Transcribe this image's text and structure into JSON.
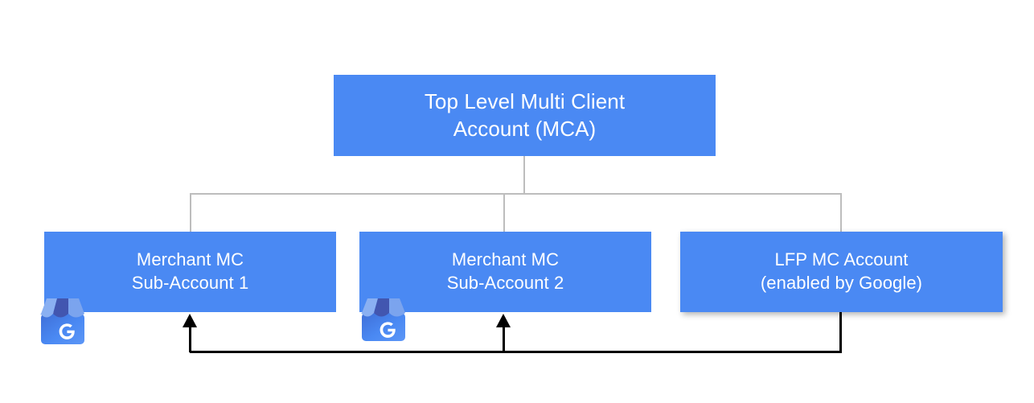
{
  "diagram": {
    "title_present": false,
    "background_color": "#ffffff",
    "node_color": "#4a89f3",
    "node_text_color": "#ffffff",
    "connector_color": "#bdbdbd",
    "flow_color": "#000000",
    "nodes": {
      "top": {
        "label": "Top Level Multi Client\nAccount (MCA)",
        "line1": "Top Level Multi Client",
        "line2": "Account (MCA)"
      },
      "sub1": {
        "label": "Merchant MC\nSub-Account 1",
        "line1": "Merchant MC",
        "line2": "Sub-Account 1"
      },
      "sub2": {
        "label": "Merchant MC\nSub-Account 2",
        "line1": "Merchant MC",
        "line2": "Sub-Account 2"
      },
      "lfp": {
        "label": "LFP MC Account\n(enabled by Google)",
        "line1": "LFP MC Account",
        "line2": "(enabled by Google)"
      }
    },
    "icons": {
      "storefront_1": "google-business-profile-storefront-icon",
      "storefront_2": "google-business-profile-storefront-icon",
      "storefront_letter": "G"
    }
  }
}
